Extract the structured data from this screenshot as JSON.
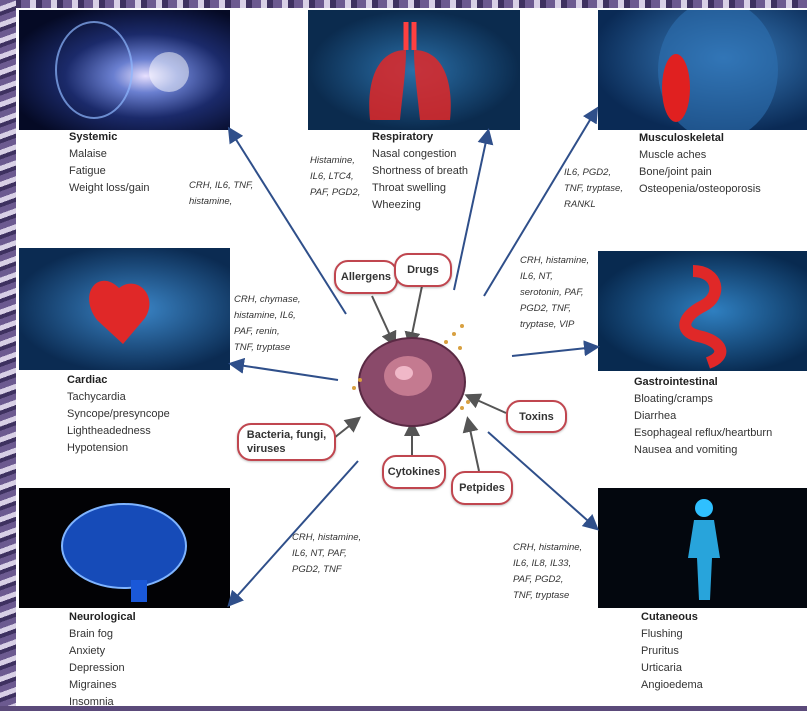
{
  "systems": [
    {
      "id": "systemic",
      "title": "Systemic",
      "symptoms": [
        "Malaise",
        "Fatigue",
        "Weight loss/gain"
      ],
      "icon": "head-brain-icon"
    },
    {
      "id": "respiratory",
      "title": "Respiratory",
      "symptoms": [
        "Nasal congestion",
        "Shortness of breath",
        "Throat swelling",
        "Wheezing"
      ],
      "icon": "lungs-icon"
    },
    {
      "id": "musculoskeletal",
      "title": "Musculoskeletal",
      "symptoms": [
        "Muscle aches",
        "Bone/joint pain",
        "Osteopenia/osteoporosis"
      ],
      "icon": "shoulder-muscle-icon"
    },
    {
      "id": "cardiac",
      "title": "Cardiac",
      "symptoms": [
        "Tachycardia",
        "Syncope/presyncope",
        "Lightheadedness",
        "Hypotension"
      ],
      "icon": "heart-icon"
    },
    {
      "id": "gastrointestinal",
      "title": "Gastrointestinal",
      "symptoms": [
        "Bloating/cramps",
        "Diarrhea",
        "Esophageal reflux/heartburn",
        "Nausea and vomiting"
      ],
      "icon": "intestines-icon"
    },
    {
      "id": "neurological",
      "title": "Neurological",
      "symptoms": [
        "Brain fog",
        "Anxiety",
        "Depression",
        "Migraines",
        "Insomnia"
      ],
      "icon": "brain-icon"
    },
    {
      "id": "cutaneous",
      "title": "Cutaneous",
      "symptoms": [
        "Flushing",
        "Pruritus",
        "Urticaria",
        "Angioedema"
      ],
      "icon": "body-skin-icon"
    }
  ],
  "mediators": {
    "systemic": [
      "CRH, IL6, TNF,",
      "histamine,"
    ],
    "respiratory": [
      "Histamine,",
      "IL6, LTC4,",
      "PAF, PGD2,"
    ],
    "musculoskeletal": [
      "IL6, PGD2,",
      "TNF, tryptase,",
      "RANKL"
    ],
    "cardiac": [
      "CRH, chymase,",
      "histamine, IL6,",
      "PAF, renin,",
      "TNF, tryptase"
    ],
    "gastrointestinal": [
      "CRH, histamine,",
      "IL6, NT,",
      "serotonin, PAF,",
      "PGD2, TNF,",
      "tryptase, VIP"
    ],
    "neurological": [
      "CRH, histamine,",
      "IL6, NT, PAF,",
      "PGD2, TNF"
    ],
    "cutaneous": [
      "CRH, histamine,",
      "IL6, IL8, IL33,",
      "PAF, PGD2,",
      "TNF, tryptase"
    ]
  },
  "triggers": {
    "allergens": "Allergens",
    "drugs": "Drugs",
    "toxins": "Toxins",
    "bacteria": [
      "Bacteria, fungi,",
      "viruses"
    ],
    "cytokines": "Cytokines",
    "peptides": "Petpides"
  },
  "center": {
    "icon": "mast-cell-icon"
  },
  "colors": {
    "arrow": "#2f4f8a",
    "trigger_border": "#c0464f",
    "trigger_arrow": "#555555",
    "cell": "#8a4a6a"
  }
}
